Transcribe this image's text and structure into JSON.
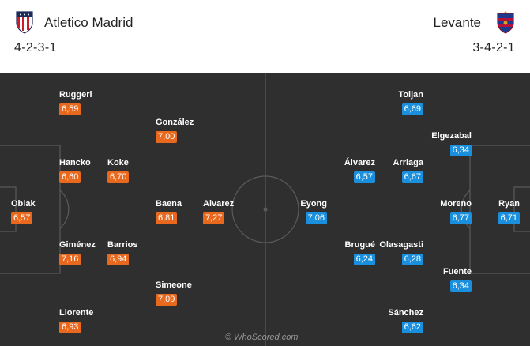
{
  "home": {
    "name": "Atletico Madrid",
    "formation": "4-2-3-1",
    "crest": "atletico-madrid-crest",
    "players": [
      {
        "name": "Oblak",
        "rating": "6,57"
      },
      {
        "name": "Ruggeri",
        "rating": "6,59"
      },
      {
        "name": "Hancko",
        "rating": "6,60"
      },
      {
        "name": "Giménez",
        "rating": "7,16"
      },
      {
        "name": "Llorente",
        "rating": "6,93"
      },
      {
        "name": "Koke",
        "rating": "6,70"
      },
      {
        "name": "Barrios",
        "rating": "6,94"
      },
      {
        "name": "González",
        "rating": "7,00"
      },
      {
        "name": "Baena",
        "rating": "6,81"
      },
      {
        "name": "Simeone",
        "rating": "7,09"
      },
      {
        "name": "Alvarez",
        "rating": "7,27"
      }
    ]
  },
  "away": {
    "name": "Levante",
    "formation": "3-4-2-1",
    "crest": "levante-crest",
    "players": [
      {
        "name": "Ryan",
        "rating": "6,71"
      },
      {
        "name": "Elgezabal",
        "rating": "6,34"
      },
      {
        "name": "Moreno",
        "rating": "6,77"
      },
      {
        "name": "Fuente",
        "rating": "6,34"
      },
      {
        "name": "Toljan",
        "rating": "6,69"
      },
      {
        "name": "Arriaga",
        "rating": "6,67"
      },
      {
        "name": "Olasagasti",
        "rating": "6,28"
      },
      {
        "name": "Sánchez",
        "rating": "6,62"
      },
      {
        "name": "Álvarez",
        "rating": "6,57"
      },
      {
        "name": "Brugué",
        "rating": "6,24"
      },
      {
        "name": "Eyong",
        "rating": "7,06"
      }
    ]
  },
  "colors": {
    "home_rating": "#e8681d",
    "away_rating": "#1a8fdd",
    "pitch": "#2f2f2f"
  },
  "watermark": "© WhoScored.com"
}
